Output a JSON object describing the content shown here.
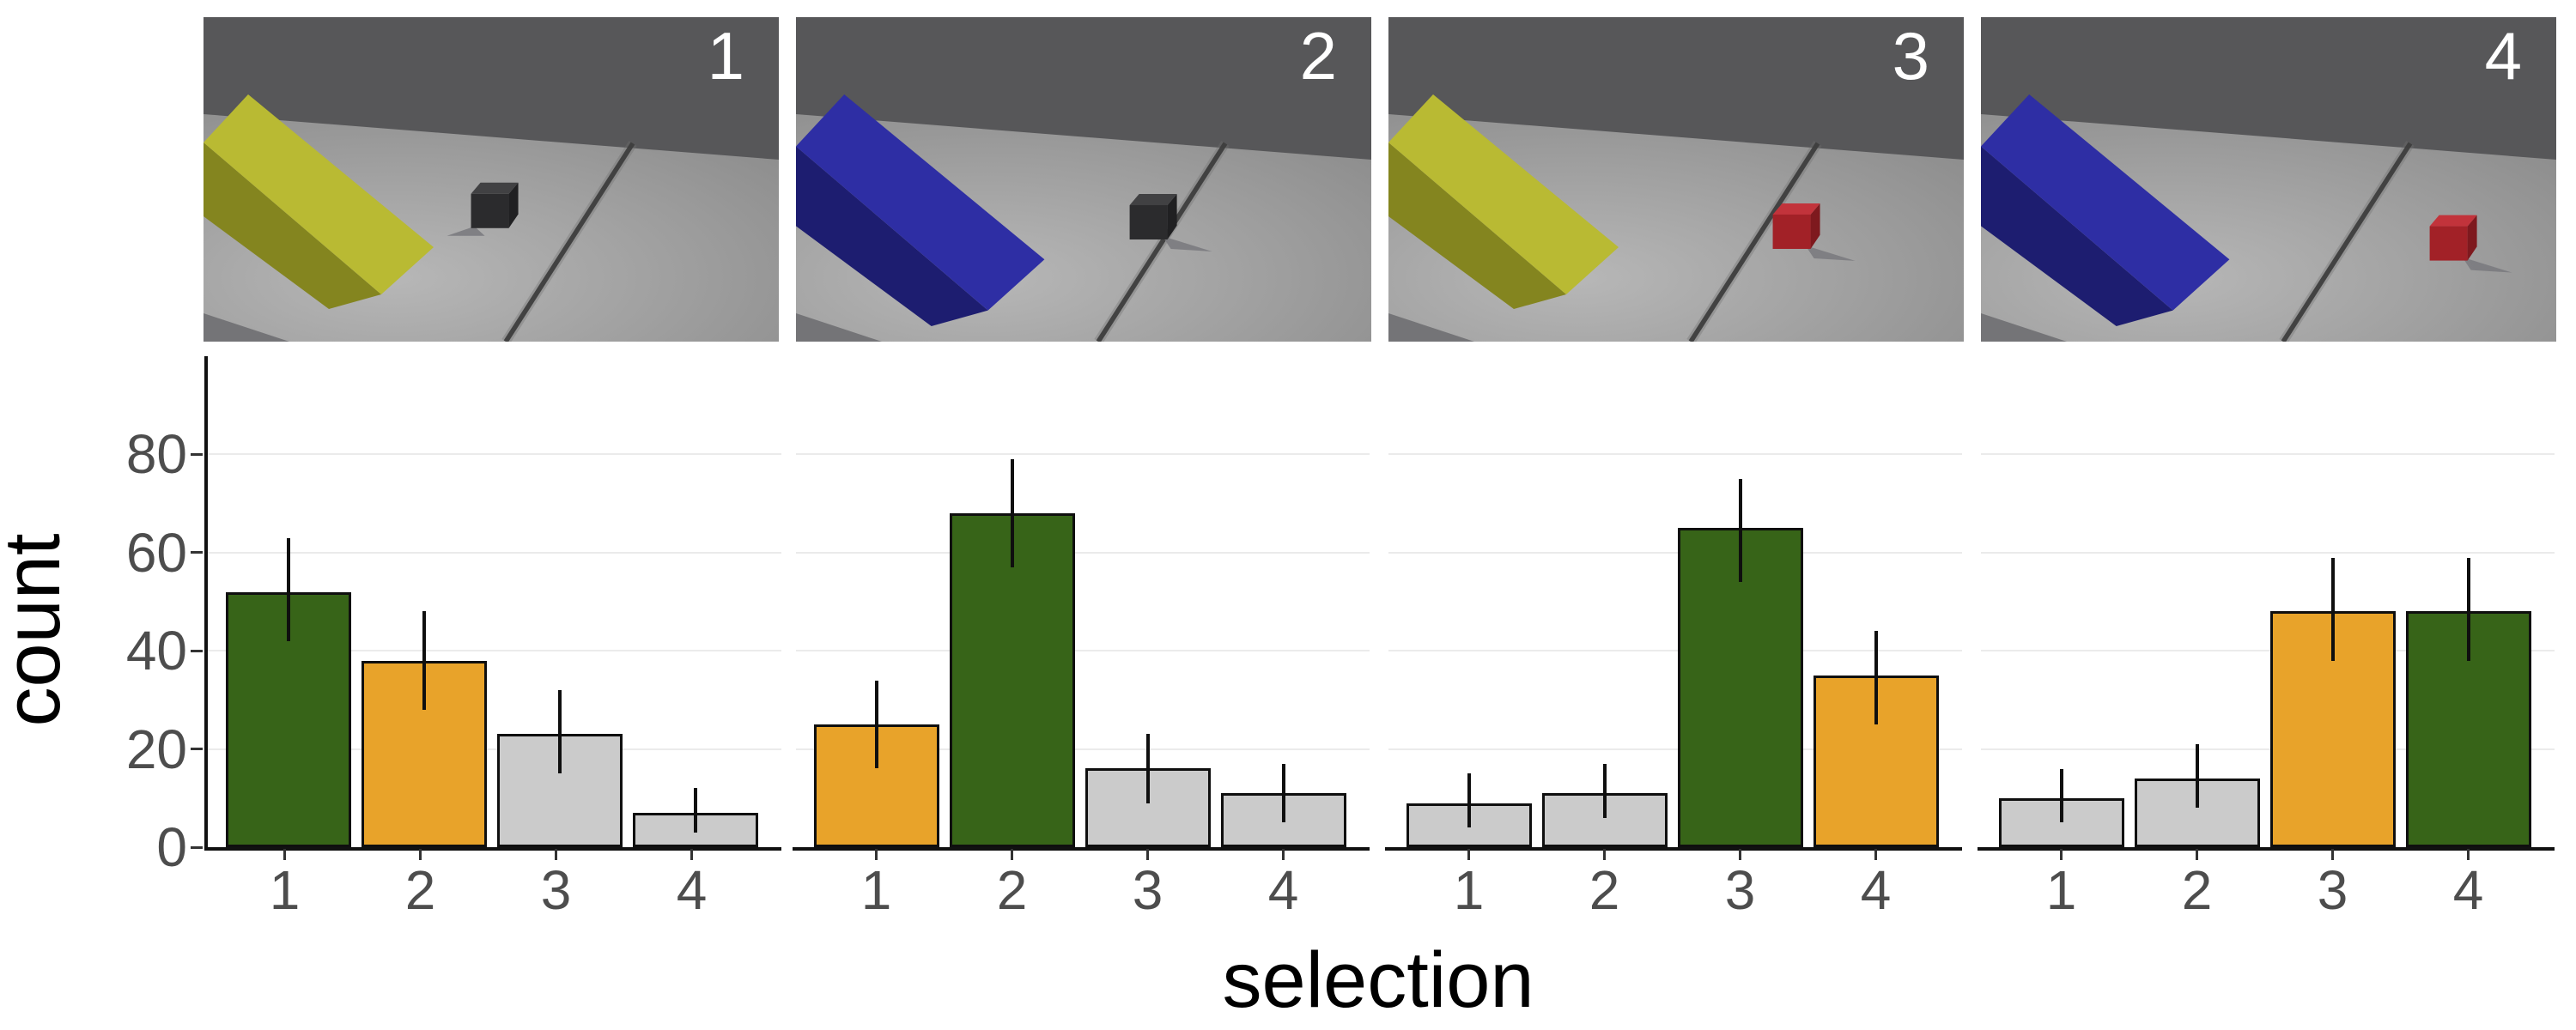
{
  "figure": {
    "title": "",
    "scenes": [
      {
        "number": "1",
        "ramp": "yellow",
        "ramp_bright": "#b9ba33",
        "ramp_dark": "#84851f",
        "cube": "black",
        "cube_front": "#2b2b2d",
        "cube_top": "#414143",
        "cube_side_face": "#202022",
        "cube_x": 0.465,
        "cube_y": 0.51,
        "cube_relation_to_line": "left of line",
        "shadow_dir": "left"
      },
      {
        "number": "2",
        "ramp": "blue",
        "ramp_bright": "#2e2ea4",
        "ramp_dark": "#1d1d70",
        "cube": "black",
        "cube_front": "#2b2b2d",
        "cube_top": "#414143",
        "cube_side_face": "#202022",
        "cube_x": 0.58,
        "cube_y": 0.545,
        "cube_relation_to_line": "just left of line",
        "shadow_dir": "right"
      },
      {
        "number": "3",
        "ramp": "yellow",
        "ramp_bright": "#b9ba33",
        "ramp_dark": "#84851f",
        "cube": "red",
        "cube_front": "#a22127",
        "cube_top": "#c2333b",
        "cube_side_face": "#7e191e",
        "cube_x": 0.668,
        "cube_y": 0.574,
        "cube_relation_to_line": "on line",
        "shadow_dir": "right"
      },
      {
        "number": "4",
        "ramp": "blue",
        "ramp_bright": "#2e2ea4",
        "ramp_dark": "#1d1d70",
        "cube": "red",
        "cube_front": "#a22127",
        "cube_top": "#c2333b",
        "cube_side_face": "#7e191e",
        "cube_x": 0.78,
        "cube_y": 0.61,
        "cube_relation_to_line": "right of line",
        "shadow_dir": "right"
      }
    ],
    "scene_colors": {
      "wall": "#575759",
      "floor_bright": "#b7b7b7",
      "floor_dark": "#8e8e8e",
      "seam_line": "#3e3e3e",
      "corner": "#747477",
      "shadow": "#7b7b7f",
      "number_text": "#ffffff"
    }
  },
  "chart_data": {
    "type": "bar",
    "xlabel": "selection",
    "ylabel": "count",
    "categories": [
      "1",
      "2",
      "3",
      "4"
    ],
    "y_ticks": [
      0,
      20,
      40,
      60,
      80
    ],
    "ylim": [
      0,
      100
    ],
    "grid": "major-horizontal-only",
    "legend": "none",
    "error_bars": "vertical, no caps",
    "facets": [
      {
        "label": "1",
        "values": [
          52,
          38,
          23,
          7
        ],
        "errors_low": [
          42,
          28,
          15,
          3
        ],
        "errors_high": [
          63,
          48,
          32,
          12
        ],
        "colors": [
          "green",
          "orange",
          "gray",
          "gray"
        ]
      },
      {
        "label": "2",
        "values": [
          25,
          68,
          16,
          11
        ],
        "errors_low": [
          16,
          57,
          9,
          5
        ],
        "errors_high": [
          34,
          79,
          23,
          17
        ],
        "colors": [
          "orange",
          "green",
          "gray",
          "gray"
        ]
      },
      {
        "label": "3",
        "values": [
          9,
          11,
          65,
          35
        ],
        "errors_low": [
          4,
          6,
          54,
          25
        ],
        "errors_high": [
          15,
          17,
          75,
          44
        ],
        "colors": [
          "gray",
          "gray",
          "green",
          "orange"
        ]
      },
      {
        "label": "4",
        "values": [
          10,
          14,
          48,
          48
        ],
        "errors_low": [
          5,
          8,
          38,
          38
        ],
        "errors_high": [
          16,
          21,
          59,
          59
        ],
        "colors": [
          "gray",
          "gray",
          "orange",
          "green"
        ]
      }
    ],
    "palette": {
      "green": "#376418",
      "orange": "#e8a32a",
      "gray": "#cbcbcb"
    },
    "axis_text_color": "#4d4d4d",
    "axis_line_color": "#111111",
    "gridline_color": "#ebebeb"
  }
}
